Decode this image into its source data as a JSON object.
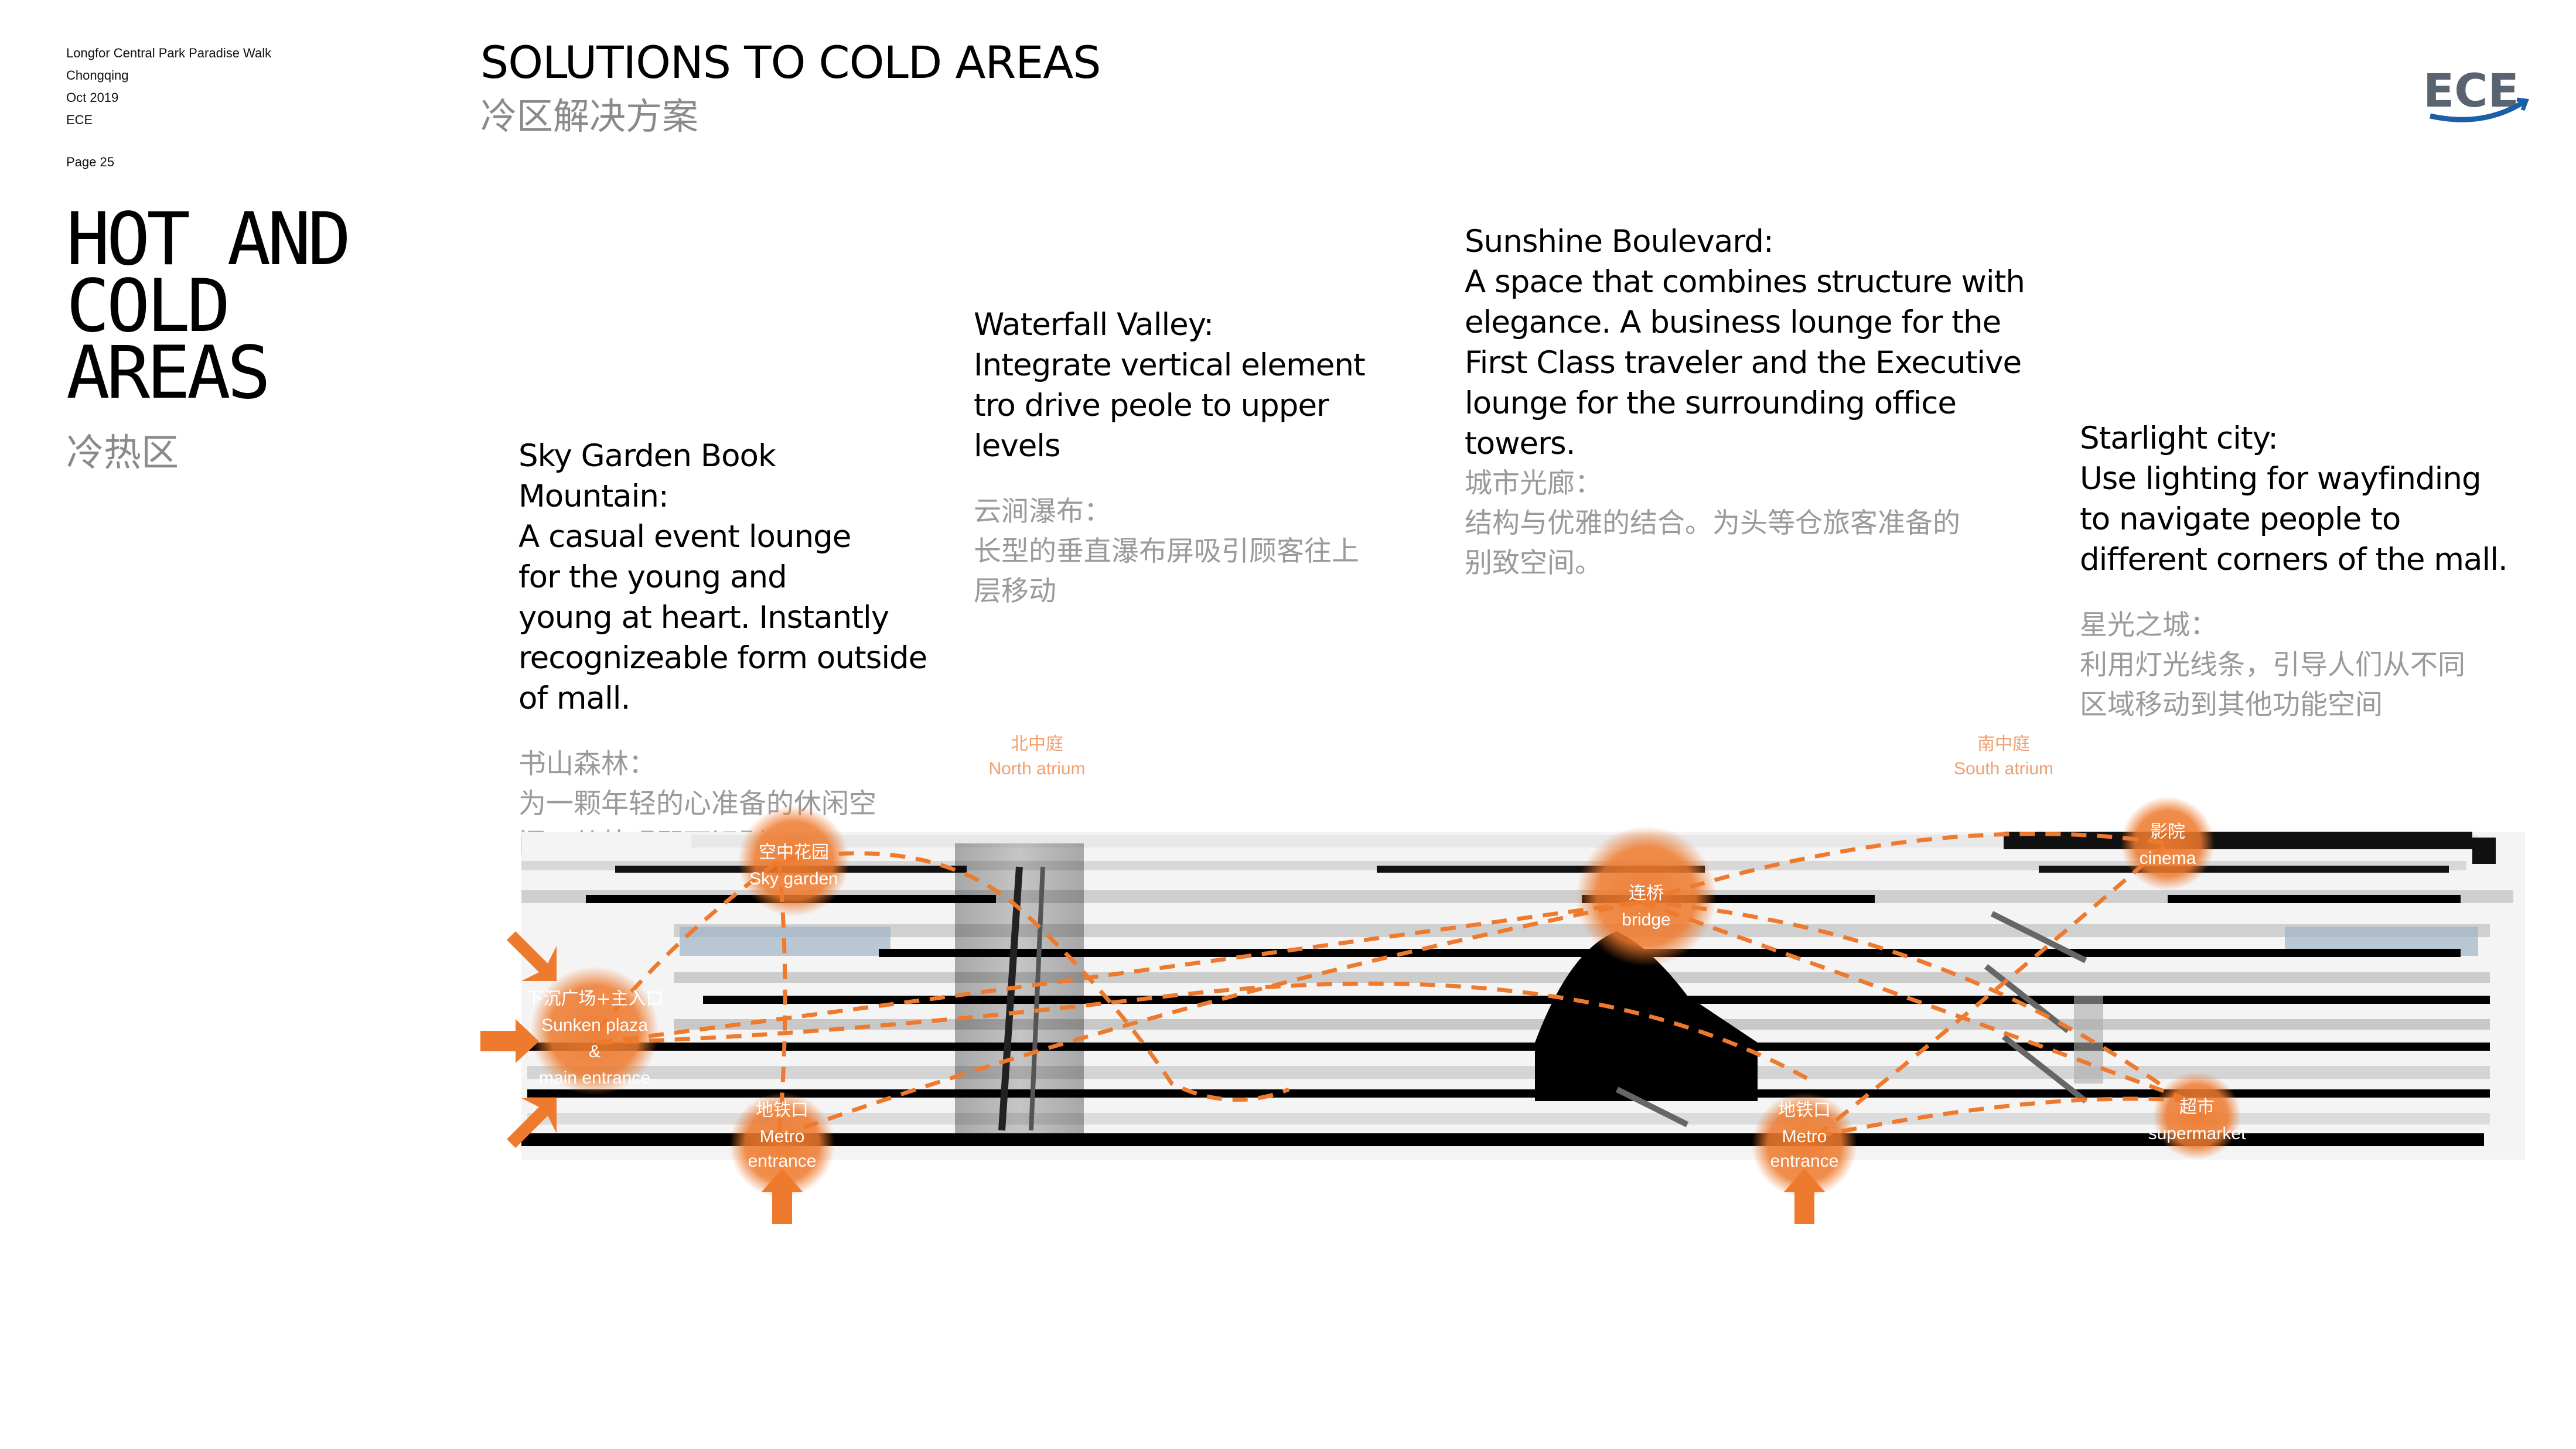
{
  "meta": {
    "project": "Longfor Central Park Paradise Walk",
    "city": "Chongqing",
    "date": "Oct 2019",
    "company": "ECE",
    "page": "Page 25"
  },
  "section": {
    "title_line1": "HOT AND",
    "title_line2": "COLD",
    "title_line3": "AREAS",
    "title_cn": "冷热区"
  },
  "header": {
    "title": "SOLUTIONS TO COLD AREAS",
    "title_cn": "冷区解决方案"
  },
  "logo": {
    "text": "ECE",
    "accent": "#1b5fa8"
  },
  "blocks": {
    "sky_garden": {
      "heading": "Sky Garden Book Mountain:",
      "lines": [
        "A casual event lounge",
        "for the young and",
        "young at heart. Instantly",
        "recognizeable form outside",
        "of mall."
      ],
      "cn_heading": "书山森林：",
      "cn_lines": [
        "为一颗年轻的心准备的休闲空",
        "间。从外观即可识别。"
      ]
    },
    "waterfall": {
      "heading": "Waterfall Valley:",
      "lines": [
        "Integrate vertical element",
        "tro drive peole to upper",
        "levels"
      ],
      "cn_heading": "云涧瀑布：",
      "cn_lines": [
        "长型的垂直瀑布屏吸引顾客往上",
        "层移动"
      ]
    },
    "sunshine": {
      "heading": "Sunshine Boulevard:",
      "lines": [
        "A space that combines structure with",
        "elegance. A business lounge for the",
        "First Class traveler and the Executive",
        "lounge for the surrounding office",
        "towers."
      ],
      "cn_heading": "城市光廊：",
      "cn_lines": [
        "结构与优雅的结合。为头等仓旅客准备的",
        "别致空间。"
      ]
    },
    "starlight": {
      "heading": "Starlight city:",
      "lines": [
        "Use lighting for wayfinding",
        "to navigate people to",
        "different corners of the mall."
      ],
      "cn_heading": "星光之城：",
      "cn_lines": [
        "利用灯光线条，引导人们从不同",
        "区域移动到其他功能空间"
      ]
    }
  },
  "diagram": {
    "accent": "#ee7a2e",
    "atriums": {
      "north_cn": "北中庭",
      "north_en": "North atrium",
      "south_cn": "南中庭",
      "south_en": "South atrium"
    },
    "nodes": {
      "sky_garden": {
        "cn": "空中花园",
        "en": "Sky garden"
      },
      "sunken": {
        "cn": "下沉广场+主入口",
        "en1": "Sunken plaza",
        "en2": "&",
        "en3": "main entrance"
      },
      "metro_left": {
        "cn": "地铁口",
        "en1": "Metro",
        "en2": "entrance"
      },
      "bridge": {
        "cn": "连桥",
        "en": "bridge"
      },
      "metro_right": {
        "cn": "地铁口",
        "en1": "Metro",
        "en2": "entrance"
      },
      "cinema": {
        "cn": "影院",
        "en": "cinema"
      },
      "supermarket": {
        "cn": "超市",
        "en": "supermarket"
      }
    }
  }
}
